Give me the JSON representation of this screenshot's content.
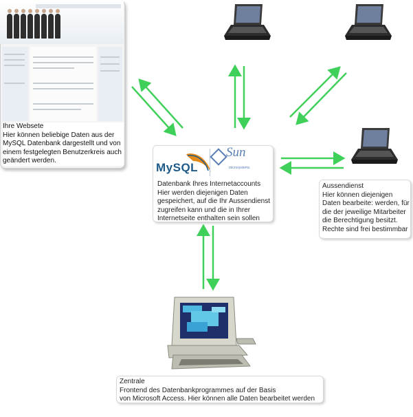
{
  "website": {
    "title": "Ihre Websete",
    "text": "Hier können beliebige Daten aus der MySQL Datenbank dargestellt und von einem festgelegten Benutzerkreis auch geändert werden."
  },
  "database": {
    "logo_mysql": "MySQL",
    "logo_sun": "Sun",
    "logo_sun_sub": "microsystems",
    "title": "Datenbank Ihres Internetaccounts",
    "text": "Hier werden diejenigen Daten gespeichert, auf die Ihr Aussendienst zugreifen kann und die in Ihrer Internetseite enthalten sein sollen"
  },
  "field": {
    "title": "Aussendienst",
    "text": "Hier können diejenigen Daten bearbeite: werden, für die der jeweilige Mitarbeiter die Berechtigung besitzt. Rechte sind frei bestimmbar"
  },
  "central": {
    "title": "Zentrale",
    "line1": "Frontend des Datenbankprogrammes auf der Basis",
    "line2": "von Microsoft Access. Hier können alle Daten bearbeitet werden"
  },
  "colors": {
    "arrow": "#3fd05a",
    "mysql_blue": "#1d5a8a",
    "mysql_orange": "#e48a1a",
    "sun_blue": "#5a7fb5"
  }
}
